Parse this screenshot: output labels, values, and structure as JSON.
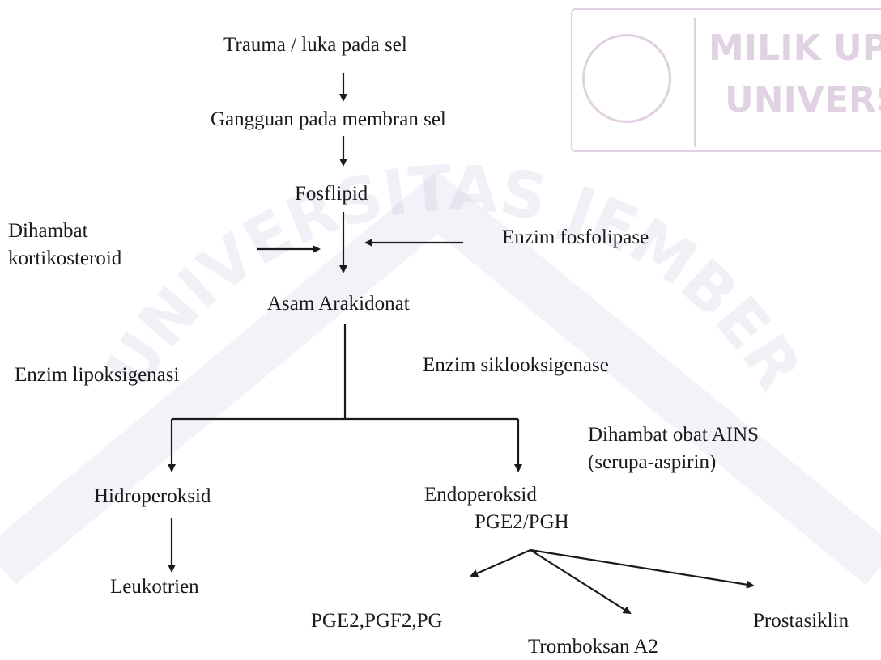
{
  "stamp": {
    "line1": "MILIK UPT Perpustakaan",
    "line2": "UNIVERSITAS JEMBER"
  },
  "watermark": {
    "text": "UNIVERSITAS JEMBER"
  },
  "nodes": {
    "trauma": "Trauma / luka pada sel",
    "gangguan": "Gangguan pada membran sel",
    "fosflipid": "Fosflipid",
    "dihambat_kortikosteroid_1": "Dihambat",
    "dihambat_kortikosteroid_2": "kortikosteroid",
    "enzim_fosfolipase": "Enzim fosfolipase",
    "asam_arakidonat": "Asam Arakidonat",
    "enzim_lipoksigenasi": "Enzim lipoksigenasi",
    "enzim_siklooksigenase": "Enzim siklooksigenase",
    "dihambat_ains_1": "Dihambat obat AINS",
    "dihambat_ains_2": "(serupa-aspirin)",
    "hidroperoksid": "Hidroperoksid",
    "endoperoksid": "Endoperoksid",
    "pge2_pgh": "PGE2/PGH",
    "leukotrien": "Leukotrien",
    "pge2_pgf2_pg": "PGE2,PGF2,PG",
    "tromboksan": "Tromboksan A2",
    "prostasiklin": "Prostasiklin"
  }
}
